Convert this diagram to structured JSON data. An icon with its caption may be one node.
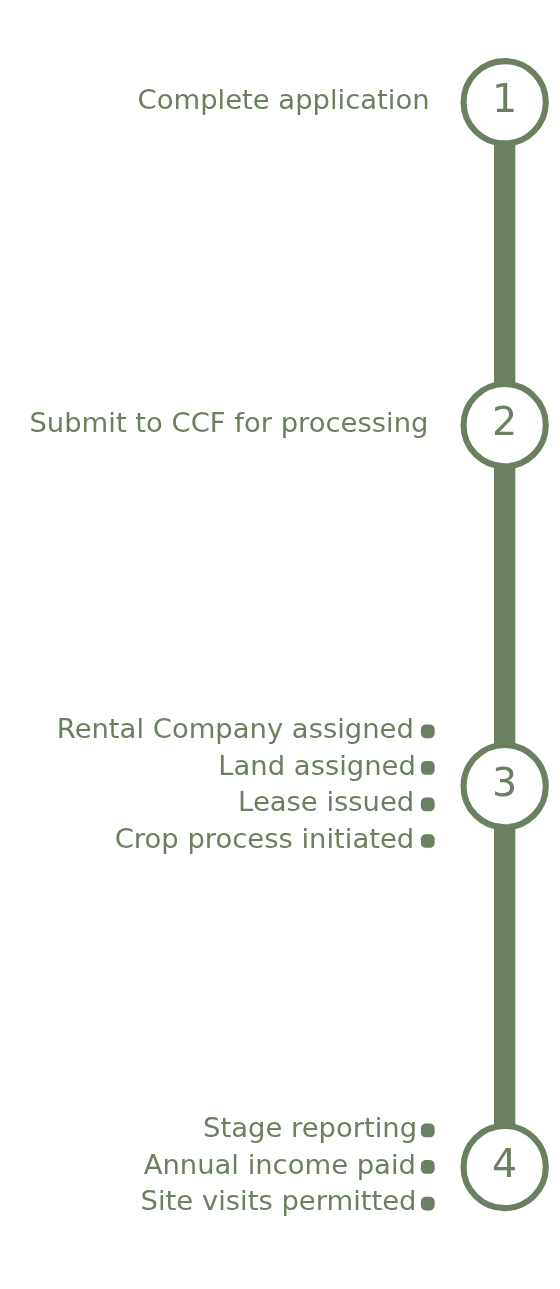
{
  "diagram": {
    "nodes": [
      {
        "text": [
          "1"
        ],
        "beside": [
          "Complete application"
        ]
      },
      {
        "text": [
          "2"
        ],
        "beside": [
          "Submit to CCF for processing"
        ]
      },
      {
        "text": [
          "3"
        ],
        "beside": [
          "Rental Company assigned",
          "Land assigned",
          "Lease issued",
          "Crop process initiated"
        ]
      },
      {
        "text": [
          "4"
        ],
        "beside": [
          "Stage reporting",
          "Annual income paid",
          "Site visits permitted"
        ]
      }
    ],
    "edges": [
      {
        "from": 0,
        "to": 1,
        "arrow": "none"
      },
      {
        "from": 1,
        "to": 2,
        "arrow": "none"
      },
      {
        "from": 2,
        "to": 3,
        "arrow": "none"
      }
    ]
  }
}
